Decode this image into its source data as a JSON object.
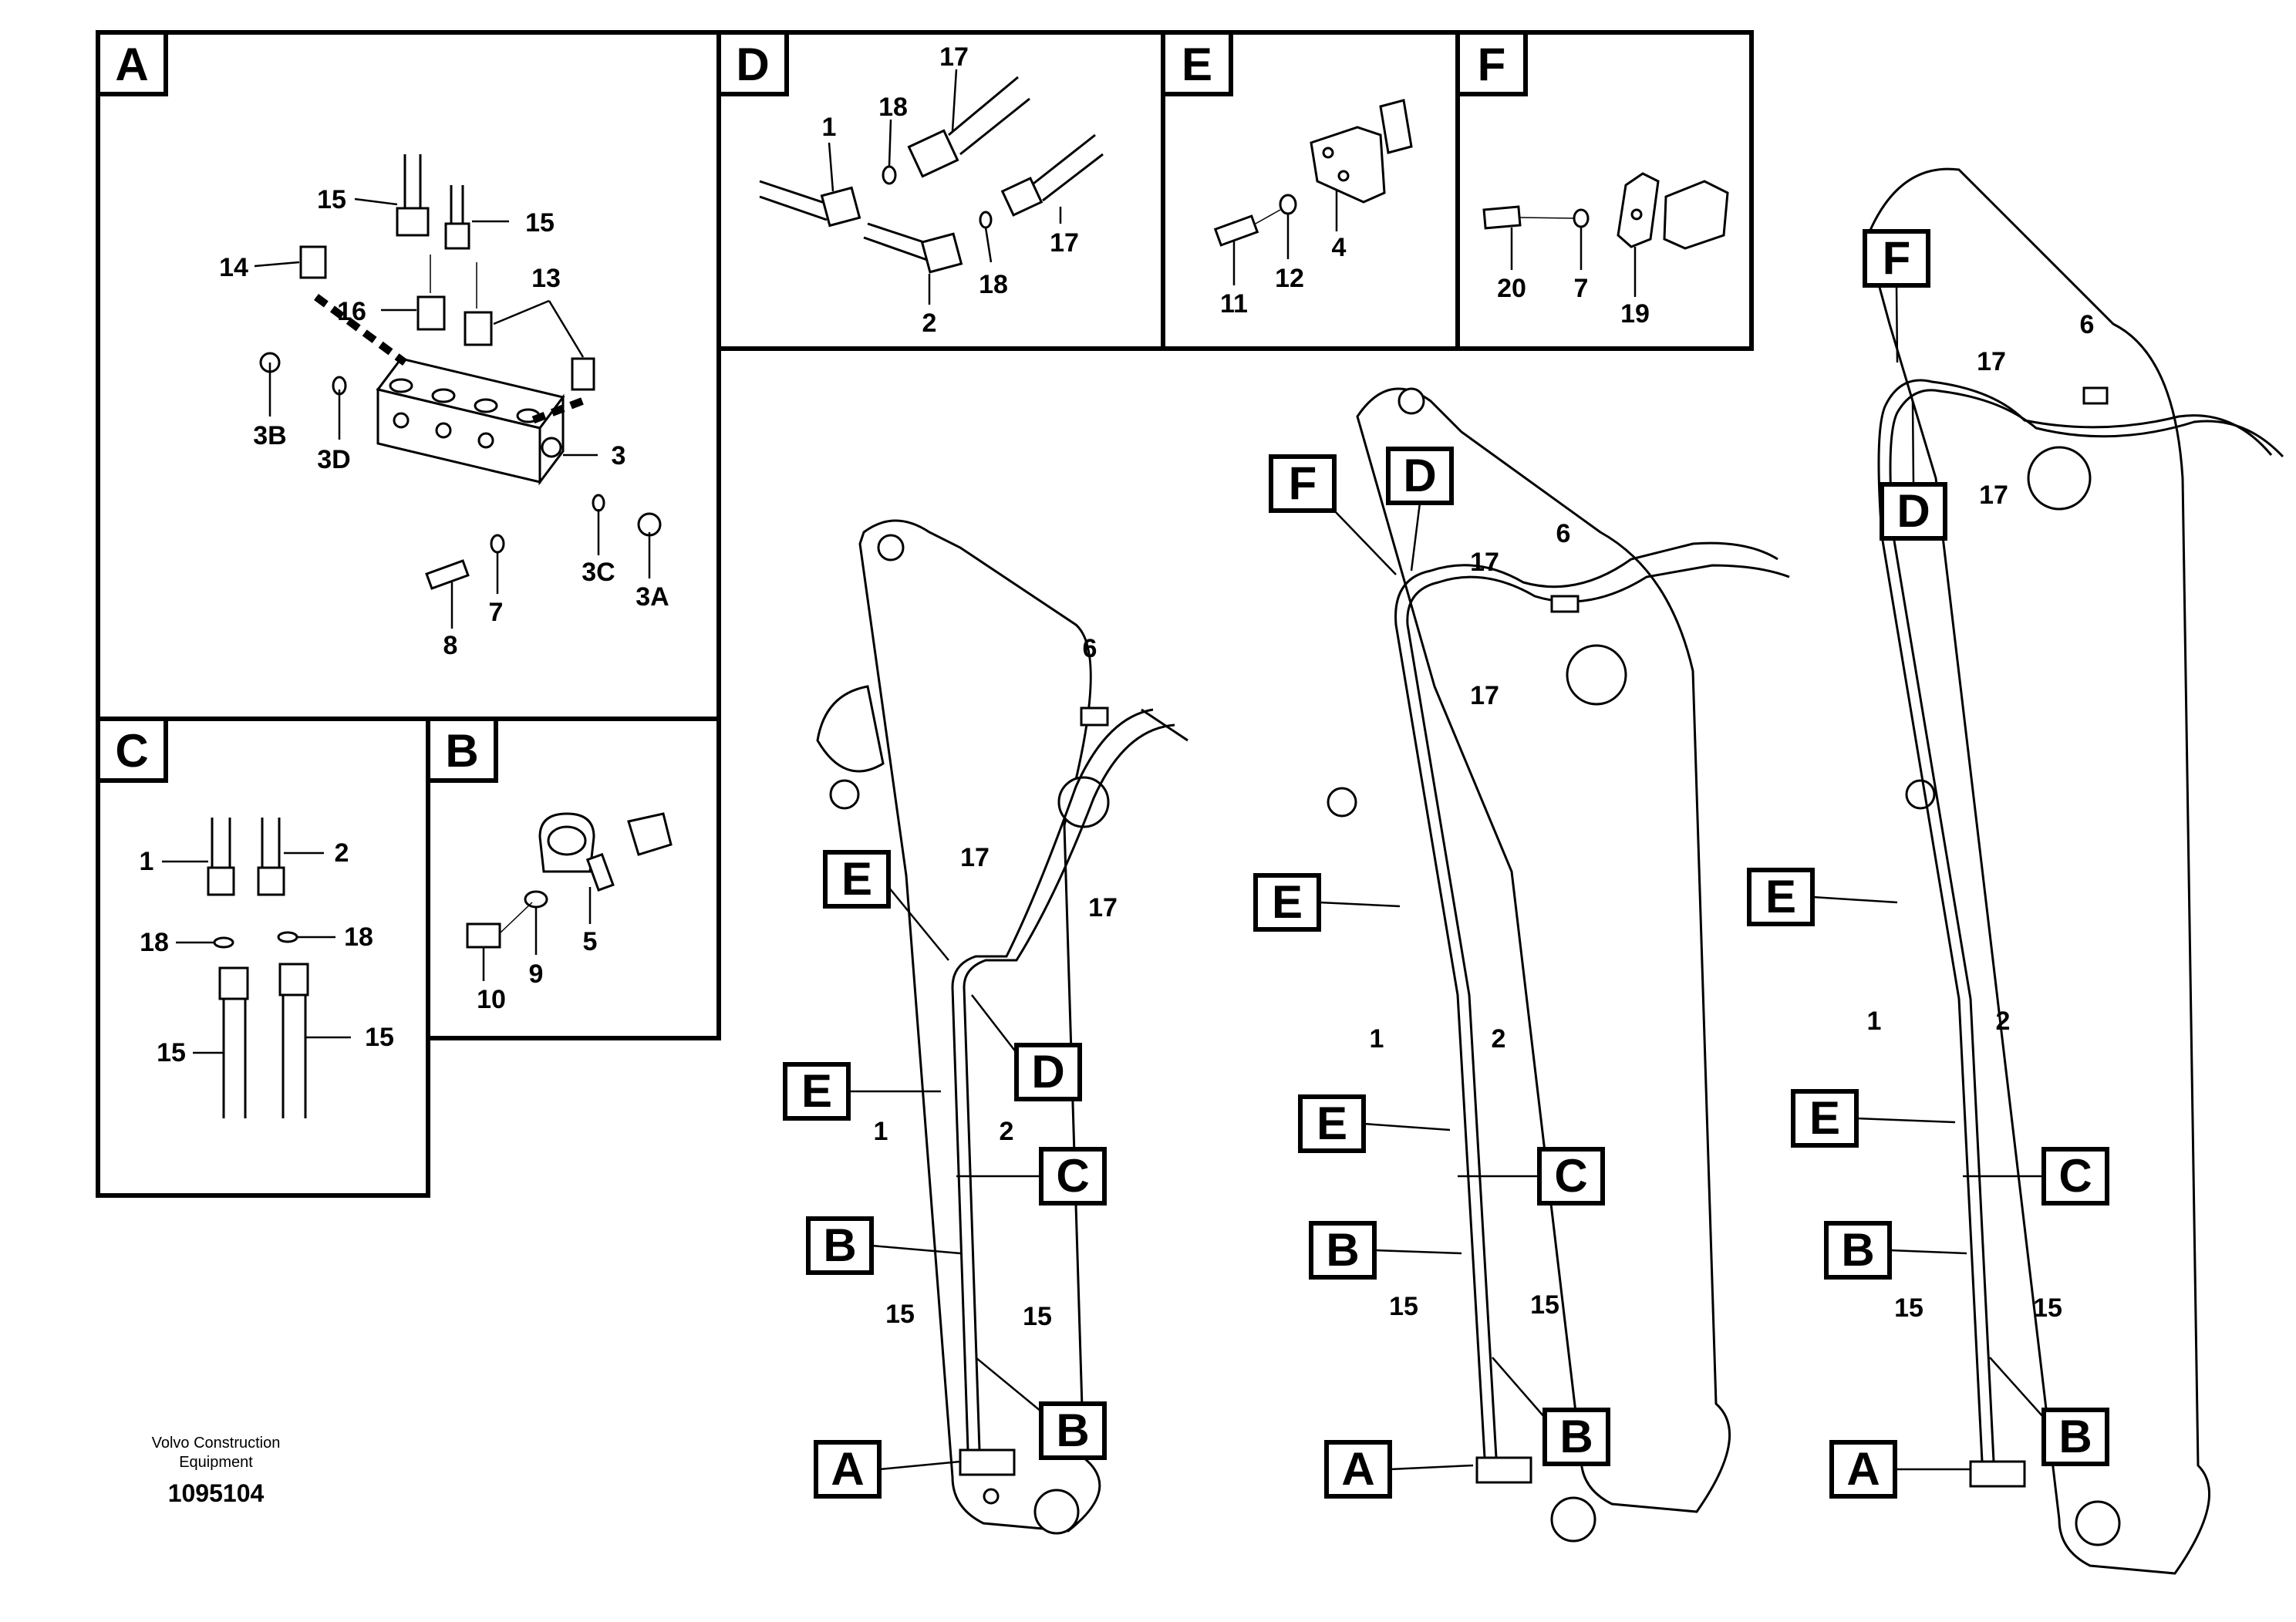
{
  "panels": {
    "A": {
      "letter": "A"
    },
    "B": {
      "letter": "B"
    },
    "C": {
      "letter": "C"
    },
    "D": {
      "letter": "D"
    },
    "E": {
      "letter": "E"
    },
    "F": {
      "letter": "F"
    }
  },
  "callouts": {
    "p1": "1",
    "p2": "2",
    "p3": "3",
    "p3A": "3A",
    "p3B": "3B",
    "p3C": "3C",
    "p3D": "3D",
    "p4": "4",
    "p5": "5",
    "p6": "6",
    "p7": "7",
    "p8": "8",
    "p9": "9",
    "p10": "10",
    "p11": "11",
    "p12": "12",
    "p13": "13",
    "p14": "14",
    "p15": "15",
    "p16": "16",
    "p17": "17",
    "p18": "18",
    "p19": "19",
    "p20": "20"
  },
  "footer": {
    "company_line1": "Volvo Construction",
    "company_line2": "Equipment",
    "drawing_number": "1095104"
  }
}
